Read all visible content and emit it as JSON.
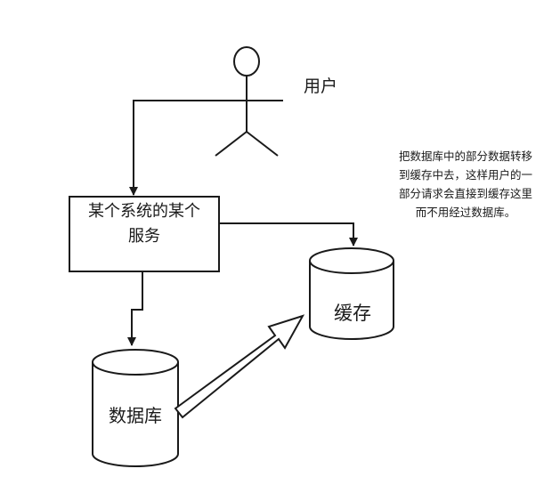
{
  "user": {
    "label": "用户"
  },
  "service": {
    "label_line1": "某个系统的某个",
    "label_line2": "服务"
  },
  "cache": {
    "label": "缓存"
  },
  "database": {
    "label": "数据库"
  },
  "note": {
    "lines": [
      "把数据库中的部分数据转移",
      "到缓存中去，这样用户的一",
      "部分请求会直接到缓存这里",
      "而不用经过数据库。"
    ]
  },
  "colors": {
    "stroke": "#1a1a1a",
    "background": "#ffffff"
  },
  "icons": {
    "actor": "stick-figure-icon",
    "cache": "cylinder-icon",
    "database": "cylinder-icon"
  }
}
